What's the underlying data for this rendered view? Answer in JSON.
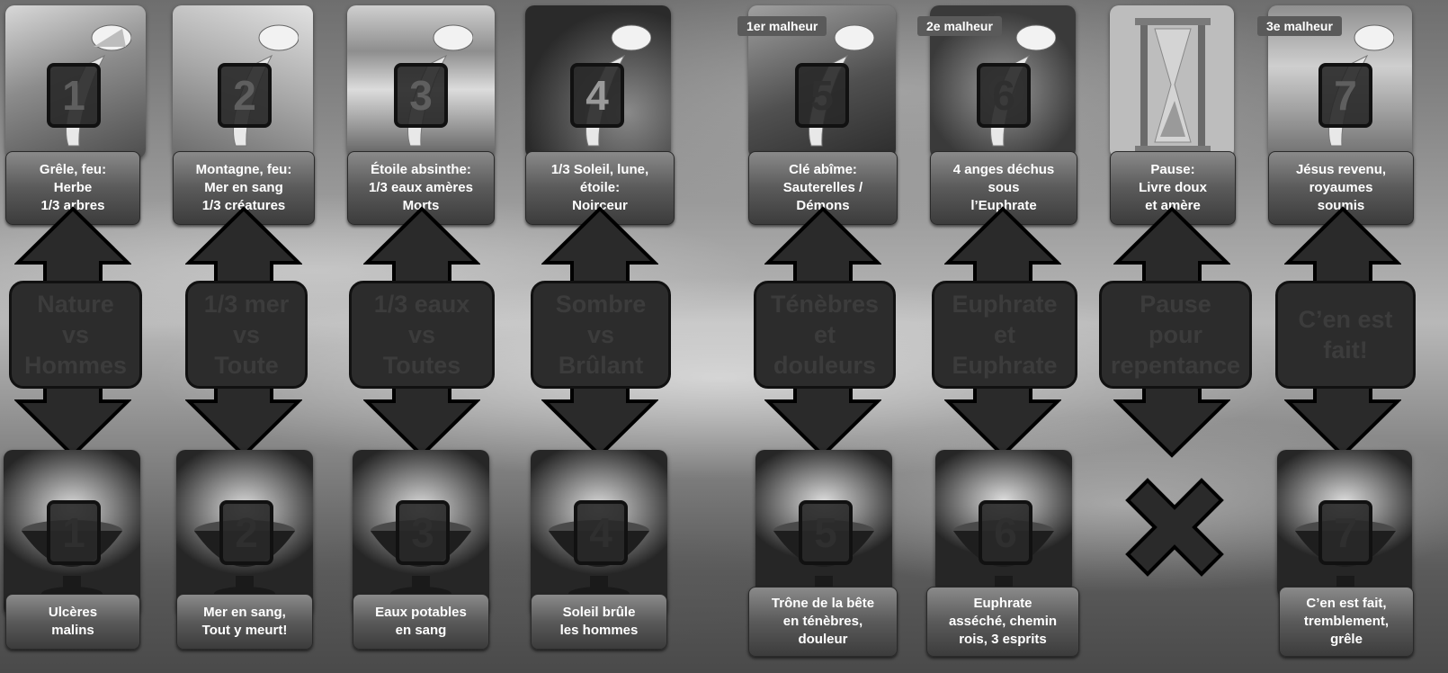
{
  "colors": {
    "arrow_fill": "#2a2a2a",
    "arrow_stroke": "#000000",
    "caption_text": "#ffffff",
    "box_text": "#3c3c3c"
  },
  "trumpets": [
    {
      "number": "1",
      "caption": "Grêle, feu:\nHerbe\n1/3 arbres",
      "woe_label": ""
    },
    {
      "number": "2",
      "caption": "Montagne, feu:\nMer en sang\n1/3 créatures",
      "woe_label": ""
    },
    {
      "number": "3",
      "caption": "Étoile absinthe:\n1/3 eaux amères\nMorts",
      "woe_label": ""
    },
    {
      "number": "4",
      "caption": "1/3 Soleil, lune,\nétoile:\nNoirceur",
      "woe_label": ""
    },
    {
      "number": "5",
      "caption": "Clé abîme:\nSauterelles /\nDémons",
      "woe_label": "1er malheur"
    },
    {
      "number": "6",
      "caption": "4 anges déchus\nsous\nl’Euphrate",
      "woe_label": "2e malheur"
    },
    {
      "number": "",
      "caption": "Pause:\nLivre doux\net amère",
      "woe_label": ""
    },
    {
      "number": "7",
      "caption": "Jésus revenu,\nroyaumes\nsoumis",
      "woe_label": "3e malheur"
    }
  ],
  "comparisons": [
    "Nature\nvs\nHommes",
    "1/3 mer\nvs\nToute",
    "1/3 eaux\nvs\nToutes",
    "Sombre\nvs\nBrûlant",
    "Ténèbres\net\ndouleurs",
    "Euphrate\net\nEuphrate",
    "Pause\npour\nrepentance",
    "C’en est\nfait!"
  ],
  "bowls": [
    {
      "number": "1",
      "caption": "Ulcères\nmalins"
    },
    {
      "number": "2",
      "caption": "Mer en sang,\nTout y meurt!"
    },
    {
      "number": "3",
      "caption": "Eaux potables\nen sang"
    },
    {
      "number": "4",
      "caption": "Soleil brûle\nles hommes"
    },
    {
      "number": "5",
      "caption": "Trône de la bête\nen ténèbres,\ndouleur"
    },
    {
      "number": "6",
      "caption": "Euphrate\nasséché, chemin\nrois, 3 esprits"
    },
    {
      "number": "",
      "caption": ""
    },
    {
      "number": "7",
      "caption": "C’en est fait,\ntremblement,\ngrêle"
    }
  ],
  "icons": {
    "trumpet": "trumpet-icon",
    "bowl": "bowl-icon",
    "hourglass": "hourglass-icon",
    "cross": "x-mark-icon",
    "arrow": "double-arrow-icon"
  }
}
